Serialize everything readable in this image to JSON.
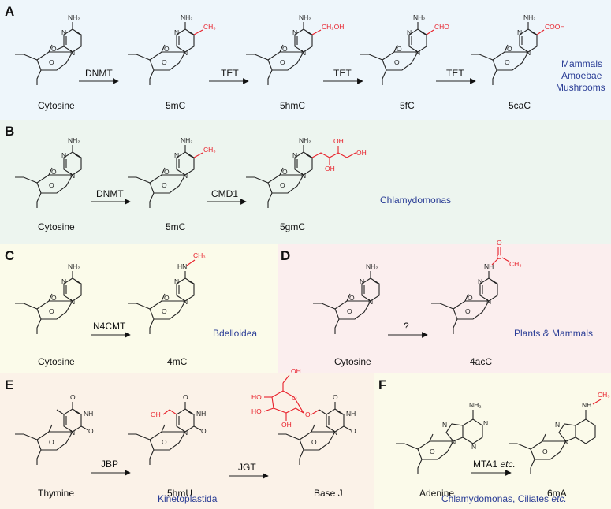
{
  "colors": {
    "panel_A": "#eef6fb",
    "panel_B": "#edf5ef",
    "panel_C": "#fbfbea",
    "panel_D": "#fbeeee",
    "panel_E": "#fbf2e8",
    "panel_F": "#fbfaea",
    "modification": "#e8202a",
    "organism": "#2a3d96"
  },
  "atoms": {
    "NH2": "NH₂",
    "N": "N",
    "O": "O",
    "OH": "OH",
    "HN": "HN",
    "NH": "NH",
    "CH3": "CH₃",
    "CH2OH": "CH₂OH",
    "CHO": "CHO",
    "COOH": "COOH",
    "C": "C"
  },
  "panels": {
    "A": {
      "label": "A",
      "compounds": [
        "Cytosine",
        "5mC",
        "5hmC",
        "5fC",
        "5caC"
      ],
      "enzymes": [
        "DNMT",
        "TET",
        "TET",
        "TET"
      ],
      "organisms": [
        "Mammals",
        "Amoebae",
        "Mushrooms"
      ]
    },
    "B": {
      "label": "B",
      "compounds": [
        "Cytosine",
        "5mC",
        "5gmC"
      ],
      "enzymes": [
        "DNMT",
        "CMD1"
      ],
      "organism": "Chlamydomonas"
    },
    "C": {
      "label": "C",
      "compounds": [
        "Cytosine",
        "4mC"
      ],
      "enzymes": [
        "N4CMT"
      ],
      "organism": "Bdelloidea"
    },
    "D": {
      "label": "D",
      "compounds": [
        "Cytosine",
        "4acC"
      ],
      "enzymes": [
        "?"
      ],
      "organism": "Plants & Mammals"
    },
    "E": {
      "label": "E",
      "compounds": [
        "Thymine",
        "5hmU",
        "Base J"
      ],
      "enzymes": [
        "JBP",
        "JGT"
      ],
      "organism": "Kinetoplastida"
    },
    "F": {
      "label": "F",
      "compounds": [
        "Adenine",
        "6mA"
      ],
      "enzymes": [
        "MTA1"
      ],
      "enzyme_suffix": " etc.",
      "organism": "Chlamydomonas, Ciliates",
      "organism_suffix": " etc."
    }
  }
}
